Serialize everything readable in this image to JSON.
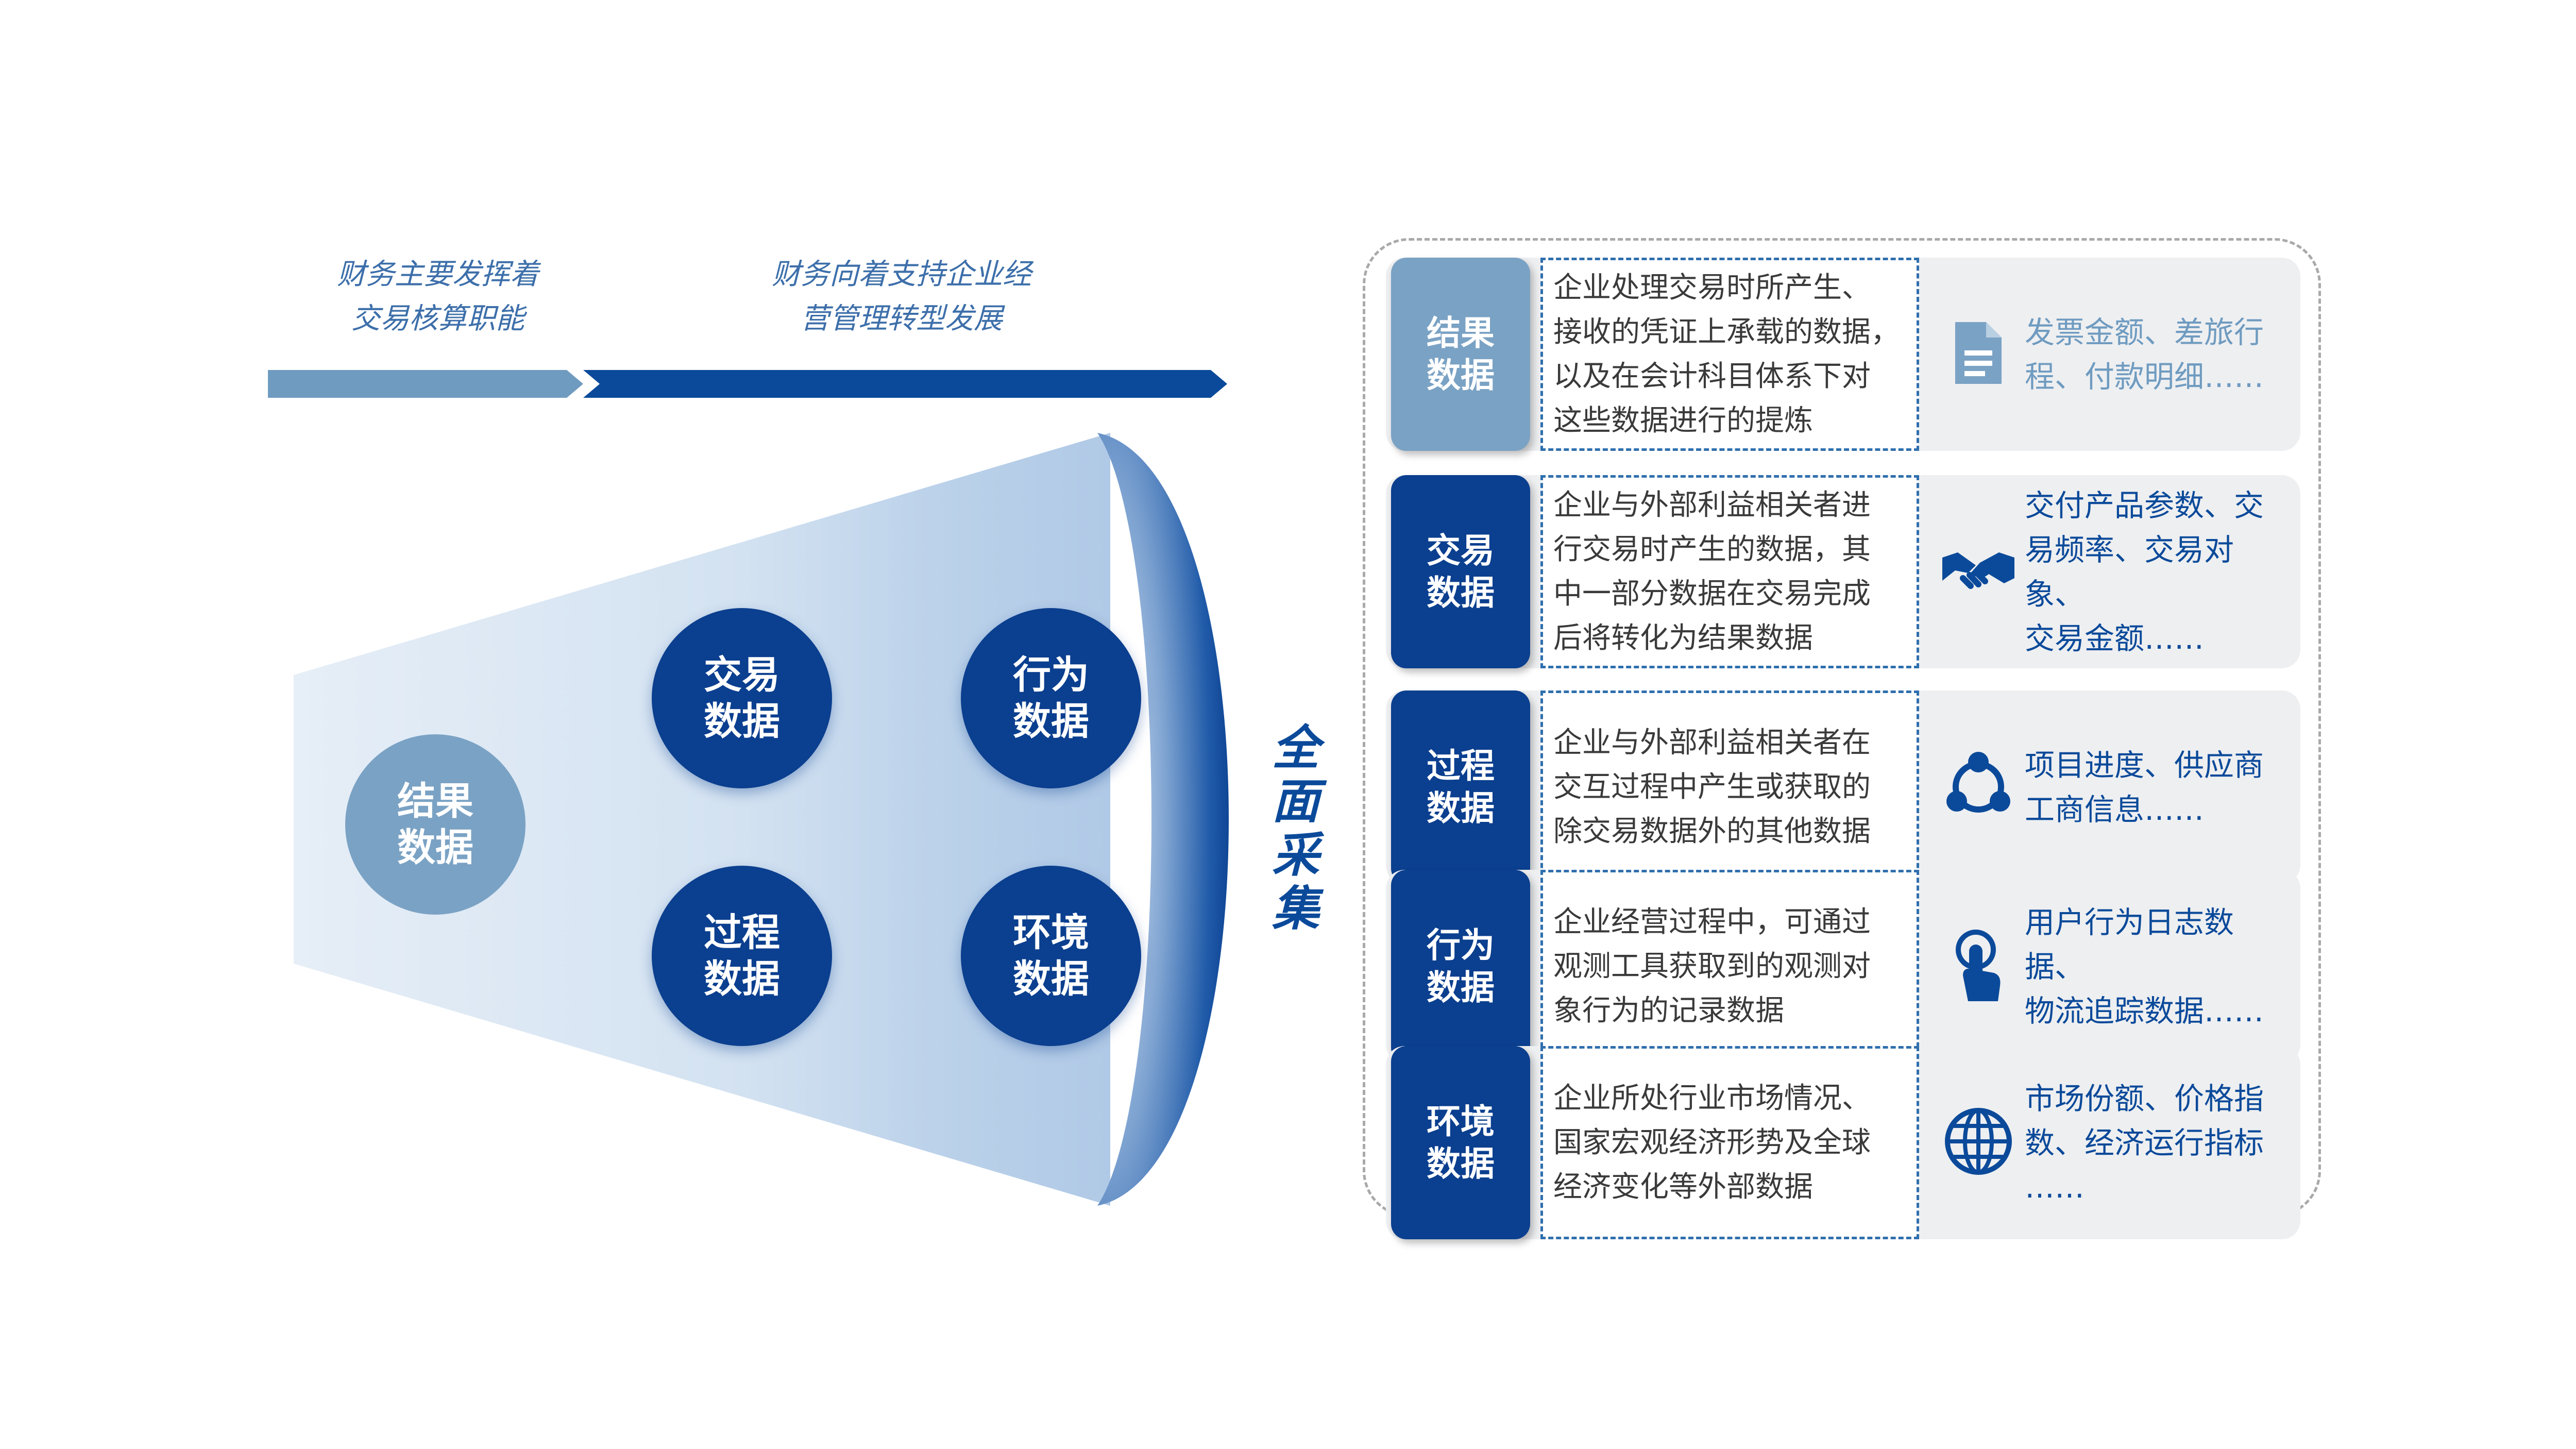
{
  "stages": {
    "stage1": "财务主要发挥着\n交易核算职能",
    "stage2": "财务向着支持企业经\n营管理转型发展"
  },
  "funnel": {
    "center_label": "结果\n数据",
    "circles": [
      {
        "key": "trade",
        "label": "交易\n数据"
      },
      {
        "key": "behavior",
        "label": "行为\n数据"
      },
      {
        "key": "process",
        "label": "过程\n数据"
      },
      {
        "key": "environment",
        "label": "环境\n数据"
      }
    ],
    "collect_label": "全\n面\n采\n集"
  },
  "rows": [
    {
      "category": "结果\n数据",
      "description": "企业处理交易时所产生、\n接收的凭证上承载的数据，\n以及在会计科目体系下对\n这些数据进行的提炼",
      "icon": "document-icon",
      "examples": "发票金额、差旅行\n程、付款明细……"
    },
    {
      "category": "交易\n数据",
      "description": "企业与外部利益相关者进\n行交易时产生的数据，其\n中一部分数据在交易完成\n后将转化为结果数据",
      "icon": "handshake-icon",
      "examples": "交付产品参数、交\n易频率、交易对象、\n交易金额……"
    },
    {
      "category": "过程\n数据",
      "description": "企业与外部利益相关者在\n交互过程中产生或获取的\n除交易数据外的其他数据",
      "icon": "network-icon",
      "examples": "项目进度、供应商\n工商信息……"
    },
    {
      "category": "行为\n数据",
      "description": "企业经营过程中，可通过\n观测工具获取到的观测对\n象行为的记录数据",
      "icon": "touch-icon",
      "examples": "用户行为日志数据、\n物流追踪数据……"
    },
    {
      "category": "环境\n数据",
      "description": "企业所处行业市场情况、\n国家宏观经济形势及全球\n经济变化等外部数据",
      "icon": "globe-icon",
      "examples": "市场份额、价格指\n数、经济运行指标\n……"
    }
  ],
  "colors": {
    "dark_blue": "#0b3f8f",
    "light_blue": "#7aa2c4",
    "arrow_light": "#6f9bc0",
    "arrow_dark": "#0b4a9a"
  }
}
